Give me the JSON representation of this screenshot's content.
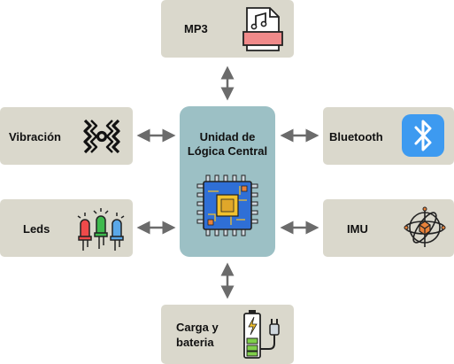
{
  "center": {
    "title_line1": "Unidad de",
    "title_line2": "Lógica Central"
  },
  "modules": {
    "mp3": "MP3",
    "vibracion": "Vibración",
    "bluetooth": "Bluetooth",
    "leds": "Leds",
    "imu": "IMU",
    "carga_line1": "Carga y",
    "carga_line2": "bateria"
  },
  "icons": {
    "mp3": "music-file-icon",
    "vibracion": "vibration-icon",
    "bluetooth": "bluetooth-icon",
    "leds": "leds-icon",
    "imu": "gyroscope-icon",
    "carga": "battery-plug-icon",
    "center": "microchip-icon"
  },
  "colors": {
    "box": "#dad8cc",
    "center": "#9cc0c5",
    "arrow": "#6b6b6b",
    "bluetooth": "#3d9af0"
  }
}
